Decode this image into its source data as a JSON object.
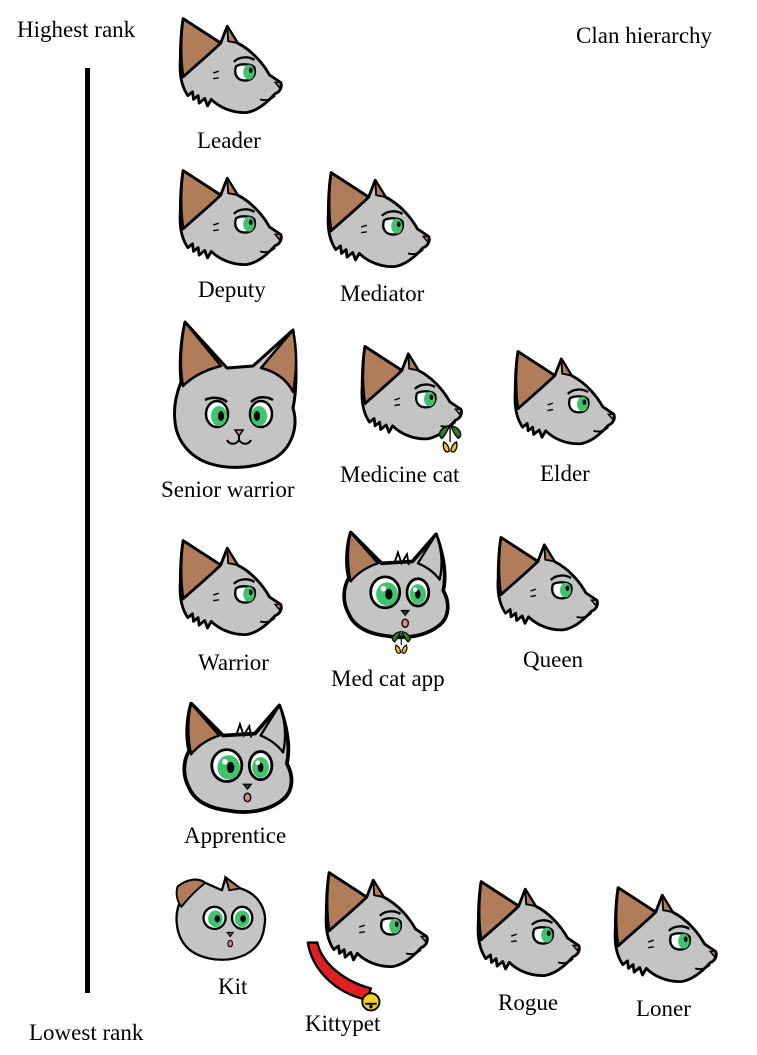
{
  "title": "Clan hierarchy",
  "axis": {
    "top_label": "Highest rank",
    "bottom_label": "Lowest rank"
  },
  "palette": {
    "fur": "#c4c4c4",
    "outline": "#000000",
    "ear_inner": "#b07c5a",
    "eye": "#3ec46d",
    "herb_leaf": "#2f7a23",
    "herb_flower": "#f2c21b",
    "collar": "#e02020",
    "bell": "#f2d024"
  },
  "ranks": [
    {
      "tier": 1,
      "roles": [
        {
          "label": "Leader",
          "icon": "side-cat-icon"
        }
      ]
    },
    {
      "tier": 2,
      "roles": [
        {
          "label": "Deputy",
          "icon": "side-cat-icon"
        },
        {
          "label": "Mediator",
          "icon": "side-cat-icon"
        }
      ]
    },
    {
      "tier": 3,
      "roles": [
        {
          "label": "Senior warrior",
          "icon": "front-cat-icon"
        },
        {
          "label": "Medicine cat",
          "icon": "side-cat-herb-icon"
        },
        {
          "label": "Elder",
          "icon": "side-cat-icon"
        }
      ]
    },
    {
      "tier": 4,
      "roles": [
        {
          "label": "Warrior",
          "icon": "side-cat-icon"
        },
        {
          "label": "Med cat app",
          "icon": "young-cat-herb-icon"
        },
        {
          "label": "Queen",
          "icon": "side-cat-icon"
        }
      ]
    },
    {
      "tier": 5,
      "roles": [
        {
          "label": "Apprentice",
          "icon": "young-cat-icon"
        }
      ]
    },
    {
      "tier": 6,
      "roles": [
        {
          "label": "Kit",
          "icon": "kit-cat-icon"
        },
        {
          "label": "Kittypet",
          "icon": "side-cat-collar-icon"
        },
        {
          "label": "Rogue",
          "icon": "side-cat-icon"
        },
        {
          "label": "Loner",
          "icon": "side-cat-icon"
        }
      ]
    }
  ]
}
